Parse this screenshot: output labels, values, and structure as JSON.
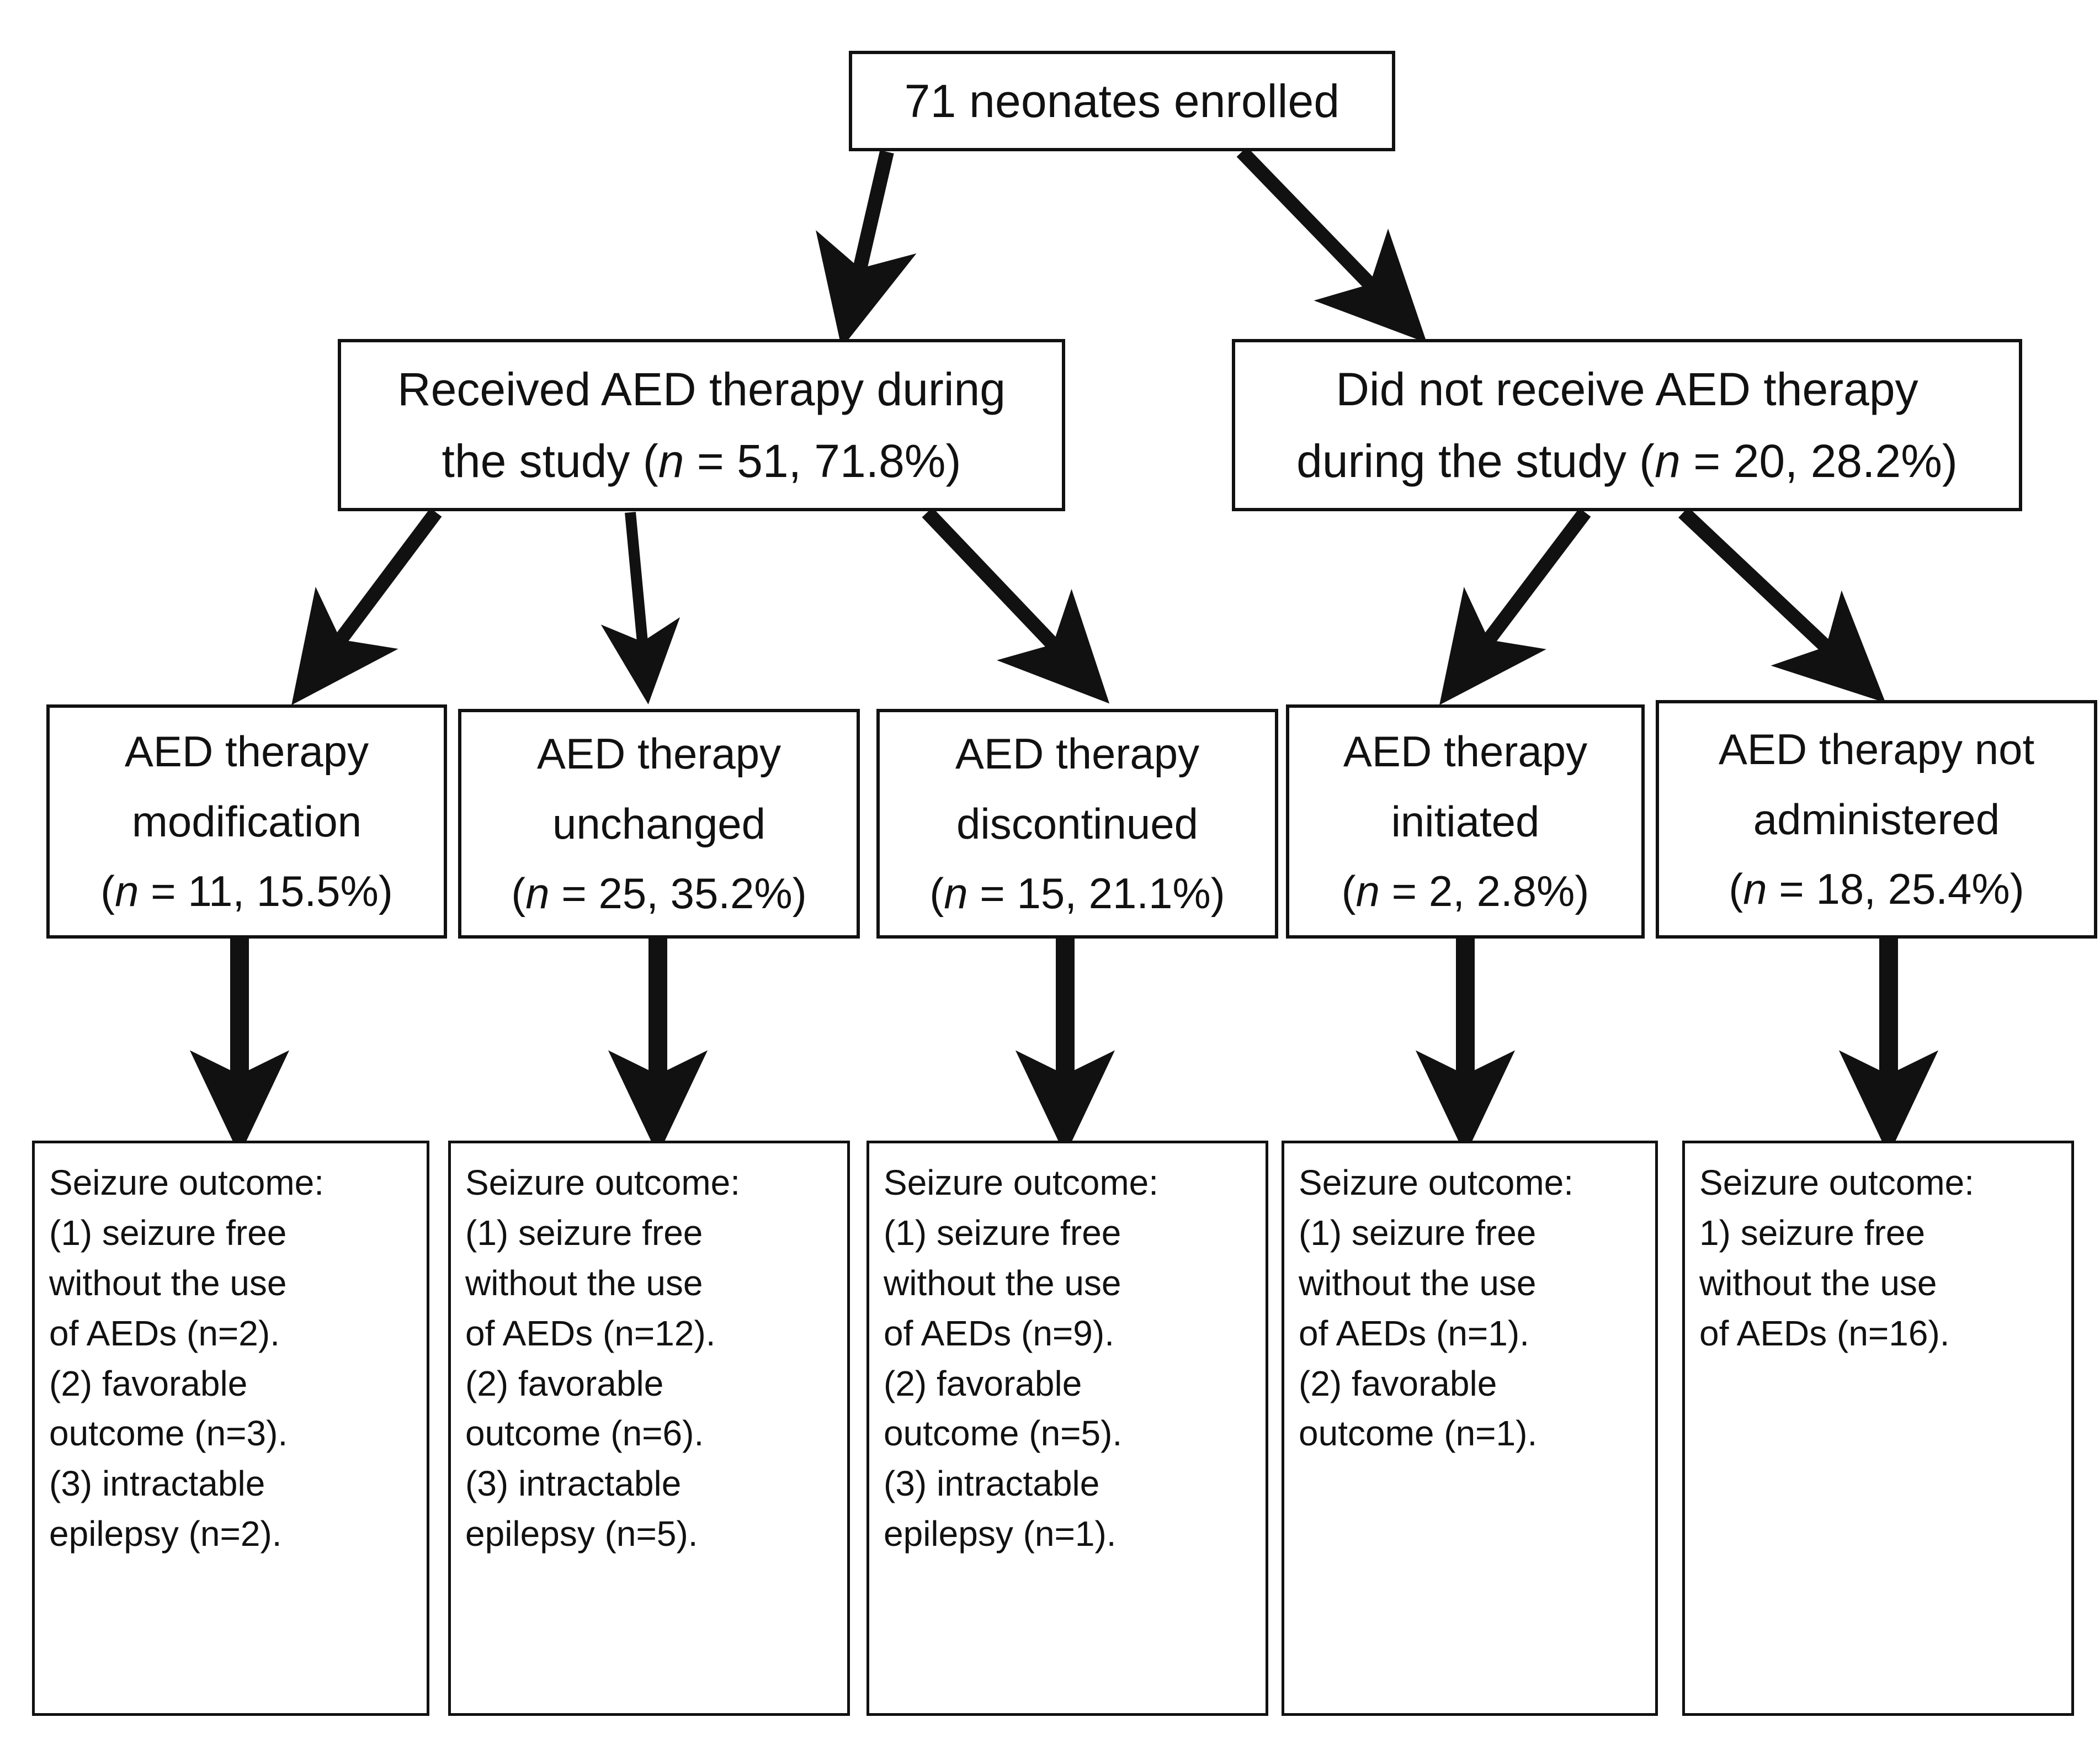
{
  "diagram": {
    "type": "flowchart",
    "title_text": "",
    "colors": {
      "box_border": "#111111",
      "background": "#ffffff",
      "text": "#111111",
      "connector": "#111111"
    },
    "root": {
      "id": "root",
      "label": "71 neonates enrolled",
      "lines": [
        "71 neonates enrolled"
      ]
    },
    "level2": [
      {
        "id": "received-aed",
        "lines_pre": [
          "Received AED therapy during",
          "the study ("
        ],
        "line1": "Received AED therapy during",
        "line2_a": "the study (",
        "line2_n": "n",
        "line2_b": " = 51, 71.8%)",
        "n_value": 51,
        "percent": "71.8%"
      },
      {
        "id": "not-received-aed",
        "line1": "Did not receive AED therapy",
        "line2_a": "during the study (",
        "line2_n": "n",
        "line2_b": " = 20, 28.2%)",
        "n_value": 20,
        "percent": "28.2%"
      }
    ],
    "level3": [
      {
        "id": "aed-modification",
        "line1": "AED therapy",
        "line2": "modification",
        "line3_a": "(",
        "line3_n": "n",
        "line3_b": " = 11, 15.5%)",
        "n_value": 11,
        "percent": "15.5%"
      },
      {
        "id": "aed-unchanged",
        "line1": "AED therapy",
        "line2": "unchanged",
        "line3_a": "(",
        "line3_n": "n",
        "line3_b": " = 25, 35.2%)",
        "n_value": 25,
        "percent": "35.2%"
      },
      {
        "id": "aed-discontinued",
        "line1": "AED therapy",
        "line2": "discontinued",
        "line3_a": "(",
        "line3_n": "n",
        "line3_b": " = 15, 21.1%)",
        "n_value": 15,
        "percent": "21.1%"
      },
      {
        "id": "aed-initiated",
        "line1": "AED therapy",
        "line2": "initiated",
        "line3_a": "(",
        "line3_n": "n",
        "line3_b": " = 2, 2.8%)",
        "n_value": 2,
        "percent": "2.8%"
      },
      {
        "id": "aed-not-administered",
        "line1": "AED therapy not",
        "line2": "administered",
        "line3_a": "(",
        "line3_n": "n",
        "line3_b": " = 18, 25.4%)",
        "n_value": 18,
        "percent": "25.4%"
      }
    ],
    "level4": [
      {
        "id": "outcome-modification",
        "lines": [
          "Seizure outcome:",
          "(1) seizure free",
          "without the use",
          "of AEDs (n=2).",
          "(2) favorable",
          "outcome (n=3).",
          "(3) intractable",
          "epilepsy (n=2)."
        ]
      },
      {
        "id": "outcome-unchanged",
        "lines": [
          "Seizure outcome:",
          "(1) seizure free",
          "without the use",
          "of AEDs (n=12).",
          "(2) favorable",
          "outcome (n=6).",
          "(3) intractable",
          "epilepsy (n=5)."
        ]
      },
      {
        "id": "outcome-discontinued",
        "lines": [
          "Seizure outcome:",
          "(1) seizure free",
          "without the use",
          "of AEDs (n=9).",
          "(2) favorable",
          "outcome (n=5).",
          "(3) intractable",
          "epilepsy (n=1)."
        ]
      },
      {
        "id": "outcome-initiated",
        "lines": [
          "Seizure outcome:",
          "(1) seizure free",
          "without the use",
          "of AEDs (n=1).",
          "(2) favorable",
          "outcome (n=1)."
        ]
      },
      {
        "id": "outcome-not-administered",
        "lines": [
          "Seizure outcome:",
          "1) seizure free",
          "without the use",
          "of AEDs (n=16)."
        ]
      }
    ]
  }
}
